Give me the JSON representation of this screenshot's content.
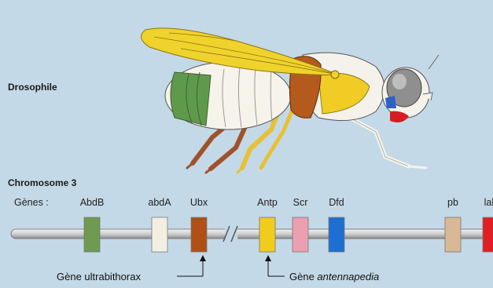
{
  "species_label": "Drosophile",
  "chromosome_label": "Chromosome 3",
  "genes_label": "Gènes :",
  "genes": [
    {
      "name": "AbdB",
      "color": "#6e9a52"
    },
    {
      "name": "abdA",
      "color": "#f2efe2"
    },
    {
      "name": "Ubx",
      "color": "#b04f16"
    },
    {
      "name": "Antp",
      "color": "#f2cc1c"
    },
    {
      "name": "Scr",
      "color": "#ec9fb0"
    },
    {
      "name": "Dfd",
      "color": "#1d6fd1"
    },
    {
      "name": "pb",
      "color": "#d9b995"
    },
    {
      "name": "lab",
      "color": "#e01e23"
    }
  ],
  "annotations": {
    "ubx_prefix": "Gène ultrabithorax",
    "antp_prefix": "Gène ",
    "antp_name": "antennapedia"
  },
  "colors": {
    "background": "#c4d9e7",
    "chromosome": "#d8d8d8"
  }
}
